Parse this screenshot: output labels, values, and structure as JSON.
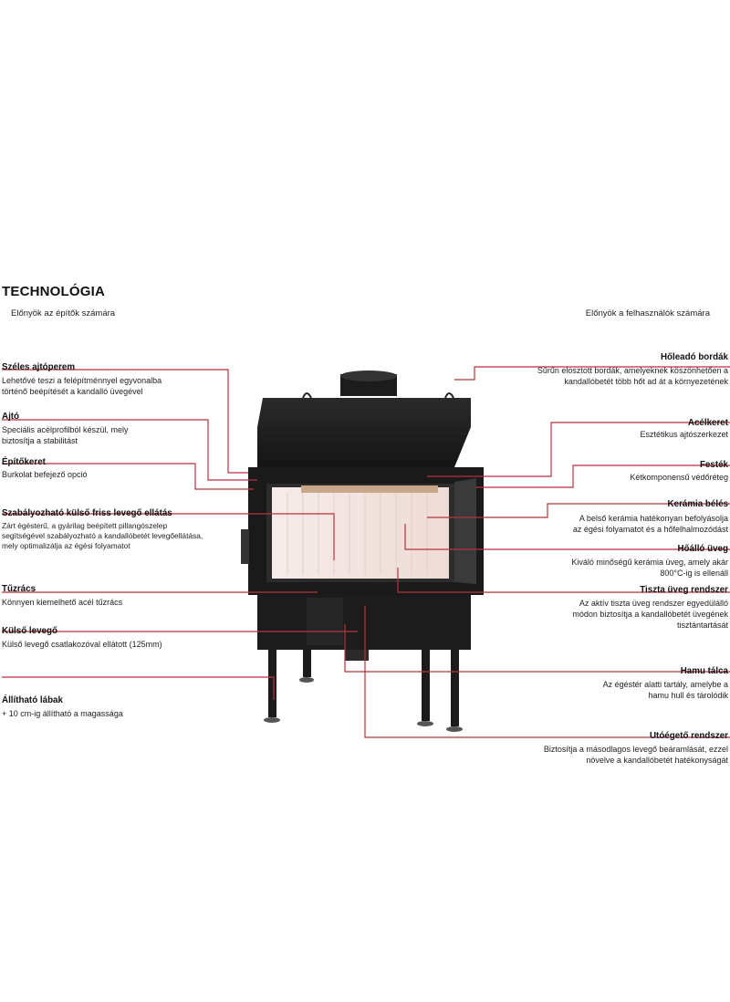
{
  "title": "TECHNOLÓGIA",
  "subtitle_left": "Előnyök az építők számára",
  "subtitle_right": "Előnyök a felhasználók számára",
  "colors": {
    "leader": "#b8323c",
    "stove_body": "#1b1b1b",
    "ceramic": "#f3e6e2"
  },
  "left_features": [
    {
      "title": "Széles ajtóperem",
      "desc": "Lehetővé teszi a felépítménnyel egyvonalba\ntörténő beépítését a kandalló üvegével"
    },
    {
      "title": "Ajtó",
      "desc": "Speciális acélprofilból készül, mely\nbiztosítja a stabilitást"
    },
    {
      "title": "Építőkeret",
      "desc": "Burkolat befejező opció"
    },
    {
      "title": "Szabályozható külső friss levegő ellátás",
      "desc": "Zárt égésterű, a gyárilag beépített pillangószelep\nsegítségével szabályozható a kandallóbetét levegőellátása,\nmely optimalizálja az égési folyamatot"
    },
    {
      "title": "Tűzrács",
      "desc": "Könnyen kiemelhető acél tűzrács"
    },
    {
      "title": "Külső levegő",
      "desc": "Külső levegő csatlakozóval ellátott (125mm)"
    },
    {
      "title": "Állítható lábak",
      "desc": "+ 10 cm-ig állítható a magassága"
    }
  ],
  "right_features": [
    {
      "title": "Hőleadó bordák",
      "desc": "Sűrűn elosztott bordák, amelyeknek köszönhetően a\nkandallóbetét több hőt ad át a környezetének"
    },
    {
      "title": "Acélkeret",
      "desc": "Esztétikus ajtószerkezet"
    },
    {
      "title": "Festék",
      "desc": "Kétkomponensű védőréteg"
    },
    {
      "title": "Kerámia bélés",
      "desc": "A belső kerámia hatékonyan befolyásolja\naz égési folyamatot és a hőfelhalmozódást"
    },
    {
      "title": "Hőálló üveg",
      "desc": "Kiváló minőségű kerámia üveg, amely akár\n800°C-ig is ellenáll"
    },
    {
      "title": "Tiszta üveg rendszer",
      "desc": "Az aktív tiszta üveg rendszer egyedülálló\nmódon biztosítja a kandallóbetét üvegének\ntisztántartását"
    },
    {
      "title": "Hamu tálca",
      "desc": "Az égéstér alatti tartály, amelybe a\nhamu hull és tárolódik"
    },
    {
      "title": "Utóégető rendszer",
      "desc": "Biztosítja a másodlagos levegő beáramlását, ezzel\nnövelve a kandallóbetét hatékonyságát"
    }
  ]
}
